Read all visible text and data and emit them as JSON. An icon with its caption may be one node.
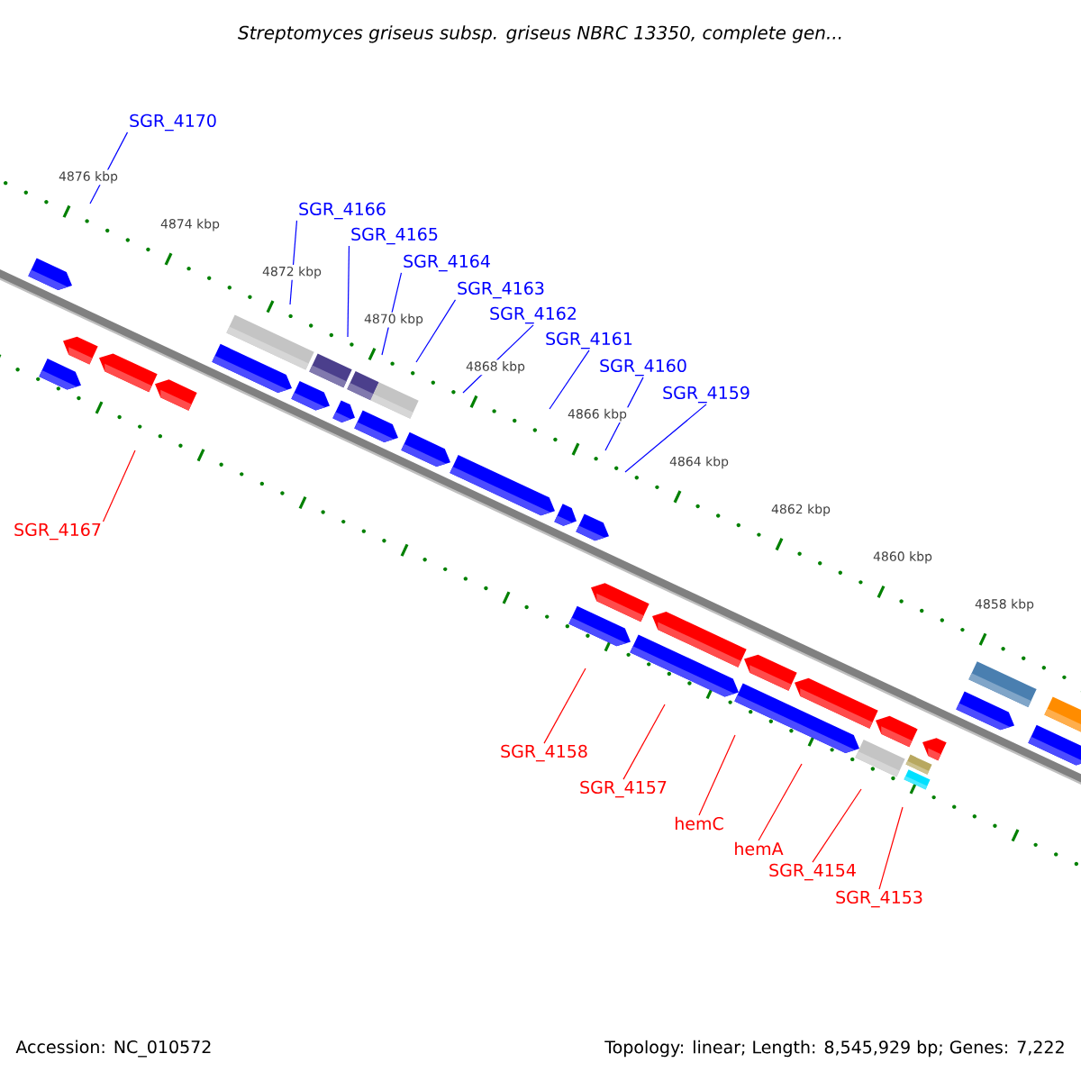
{
  "diagram": {
    "title": "Streptomyces griseus subsp. griseus NBRC 13350, complete gen...",
    "nodes": [
      {
        "text": [
          "SGR_4170"
        ]
      },
      {
        "text": [
          "SGR_4166"
        ]
      },
      {
        "text": [
          "SGR_4165"
        ]
      },
      {
        "text": [
          "SGR_4164"
        ]
      },
      {
        "text": [
          "SGR_4163"
        ]
      },
      {
        "text": [
          "SGR_4162"
        ]
      },
      {
        "text": [
          "SGR_4161"
        ]
      },
      {
        "text": [
          "SGR_4160"
        ]
      },
      {
        "text": [
          "SGR_4159"
        ]
      },
      {
        "text": [
          "SGR_4167"
        ]
      },
      {
        "text": [
          "SGR_4158"
        ]
      },
      {
        "text": [
          "SGR_4157"
        ]
      },
      {
        "text": [
          "hemC"
        ]
      },
      {
        "text": [
          "hemA"
        ]
      },
      {
        "text": [
          "SGR_4154"
        ]
      },
      {
        "text": [
          "SGR_4153"
        ]
      }
    ],
    "edges": [
      {
        "from": 0,
        "to": null,
        "arrow": "none"
      },
      {
        "from": 1,
        "to": null,
        "arrow": "none"
      },
      {
        "from": 2,
        "to": null,
        "arrow": "none"
      },
      {
        "from": 3,
        "to": null,
        "arrow": "none"
      },
      {
        "from": 4,
        "to": null,
        "arrow": "none"
      },
      {
        "from": 5,
        "to": null,
        "arrow": "none"
      },
      {
        "from": 6,
        "to": null,
        "arrow": "none"
      },
      {
        "from": 7,
        "to": null,
        "arrow": "none"
      },
      {
        "from": 8,
        "to": null,
        "arrow": "none"
      },
      {
        "from": 9,
        "to": null,
        "arrow": "none",
        "color": "#ff0000"
      },
      {
        "from": 10,
        "to": null,
        "arrow": "none",
        "color": "#ff0000"
      },
      {
        "from": 11,
        "to": null,
        "arrow": "none",
        "color": "#ff0000"
      },
      {
        "from": 12,
        "to": null,
        "arrow": "none",
        "color": "#ff0000"
      },
      {
        "from": 13,
        "to": null,
        "arrow": "none",
        "color": "#ff0000"
      },
      {
        "from": 14,
        "to": null,
        "arrow": "none",
        "color": "#ff0000"
      },
      {
        "from": 15,
        "to": null,
        "arrow": "none",
        "color": "#ff0000"
      }
    ],
    "labels": [
      "4876 kbp",
      "4874 kbp",
      "4872 kbp",
      "4870 kbp",
      "4868 kbp",
      "4866 kbp",
      "4864 kbp",
      "4862 kbp",
      "4860 kbp",
      "4858 kbp",
      "Accession: NC_010572",
      "Topology: linear; Length: 8,545,929 bp; Genes: 7,222"
    ]
  }
}
